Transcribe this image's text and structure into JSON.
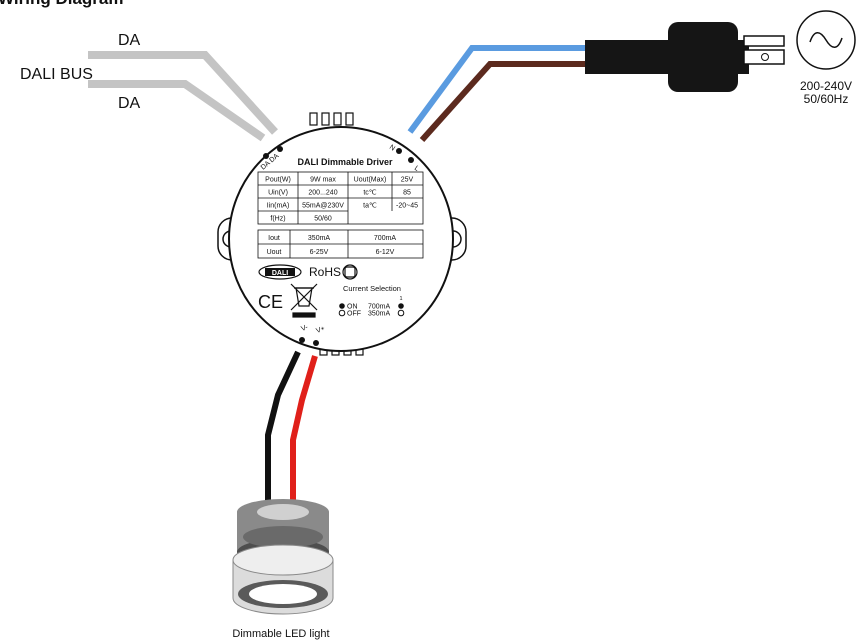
{
  "title": "Wiring Diagram",
  "dali_bus": {
    "label": "DALI BUS",
    "wire_top": "DA",
    "wire_bottom": "DA"
  },
  "power": {
    "voltage": "200-240V",
    "frequency": "50/60Hz",
    "symbol": "ac-sine-icon"
  },
  "driver": {
    "name": "DALI Dimmable Driver",
    "terminal_da": "DA DA",
    "terminal_n": "N",
    "terminal_l": "L",
    "terminal_vminus": "V-",
    "terminal_vplus": "V+",
    "spec_left": [
      {
        "label": "Pout(W)",
        "value": "9W max"
      },
      {
        "label": "Uin(V)",
        "value": "200...240"
      },
      {
        "label": "Iin(mA)",
        "value": "55mA@230V"
      },
      {
        "label": "f(Hz)",
        "value": "50/60"
      }
    ],
    "spec_right": [
      {
        "label": "Uout(Max)",
        "value": "25V"
      },
      {
        "label": "tc℃",
        "value": "85"
      },
      {
        "label": "ta℃",
        "value": "-20~45"
      }
    ],
    "output_rows": [
      {
        "label": "Iout",
        "v1": "350mA",
        "v2": "700mA"
      },
      {
        "label": "Uout",
        "v1": "6-25V",
        "v2": "6-12V"
      }
    ],
    "dali_logo": "DALI",
    "rohs": "RoHS",
    "ce": "CE",
    "current_selection": {
      "title": "Current Selection",
      "switch_number": "1",
      "on_label": "ON",
      "off_label": "OFF",
      "on_value": "700mA",
      "off_value": "350mA"
    }
  },
  "led": {
    "label": "Dimmable LED light"
  },
  "colors": {
    "neutral_wire": "#5a9be0",
    "live_wire": "#5c2a1e",
    "dali_wire": "#c4c4c4",
    "v_minus_wire": "#111111",
    "v_plus_wire": "#e0201a",
    "plug": "#151515"
  }
}
